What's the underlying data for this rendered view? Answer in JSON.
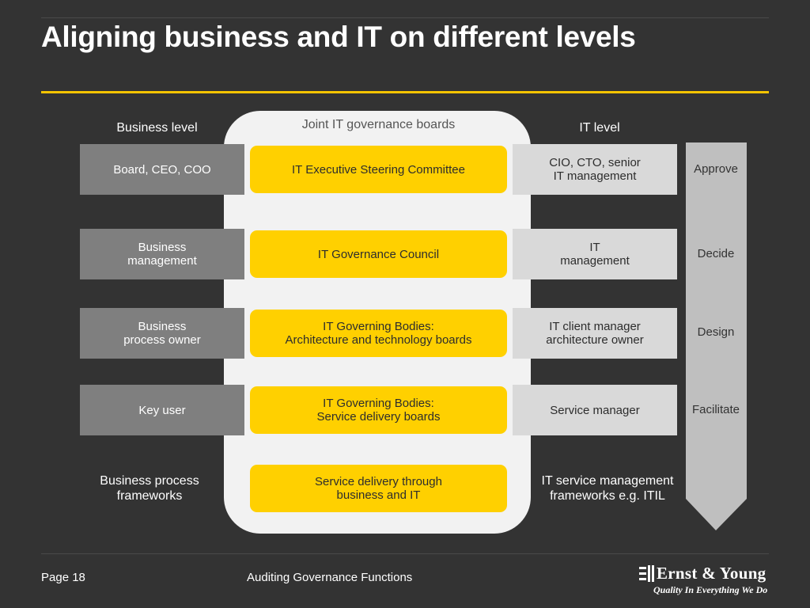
{
  "slide": {
    "title": "Aligning business and IT on different levels",
    "colors": {
      "background": "#333333",
      "accent": "#f5c400",
      "governance_box": "#ffd000",
      "business_box": "#7f7f7f",
      "it_box": "#d9d9d9",
      "arrow": "#bfbfbf"
    }
  },
  "diagram": {
    "headings": {
      "business": "Business level",
      "joint": "Joint IT governance boards",
      "it": "IT level"
    },
    "rows": [
      {
        "business": "Board, CEO, COO",
        "governance": "IT Executive Steering Committee",
        "it": "CIO, CTO, senior\nIT management",
        "stage": "Approve"
      },
      {
        "business": "Business\nmanagement",
        "governance": "IT Governance Council",
        "it": "IT\nmanagement",
        "stage": "Decide"
      },
      {
        "business": "Business\nprocess owner",
        "governance": "IT Governing Bodies:\nArchitecture and technology boards",
        "it": "IT client manager\narchitecture owner",
        "stage": "Design"
      },
      {
        "business": "Key user",
        "governance": "IT Governing Bodies:\nService delivery boards",
        "it": "Service manager",
        "stage": "Facilitate"
      }
    ],
    "bottom": {
      "business": "Business process\nframeworks",
      "governance": "Service delivery through\n   business and IT",
      "it": "IT service management\nframeworks e.g. ITIL"
    }
  },
  "footer": {
    "page": "Page 18",
    "subject": "Auditing Governance Functions",
    "logo_name": "Ernst & Young",
    "logo_tagline": "Quality In Everything We Do"
  }
}
